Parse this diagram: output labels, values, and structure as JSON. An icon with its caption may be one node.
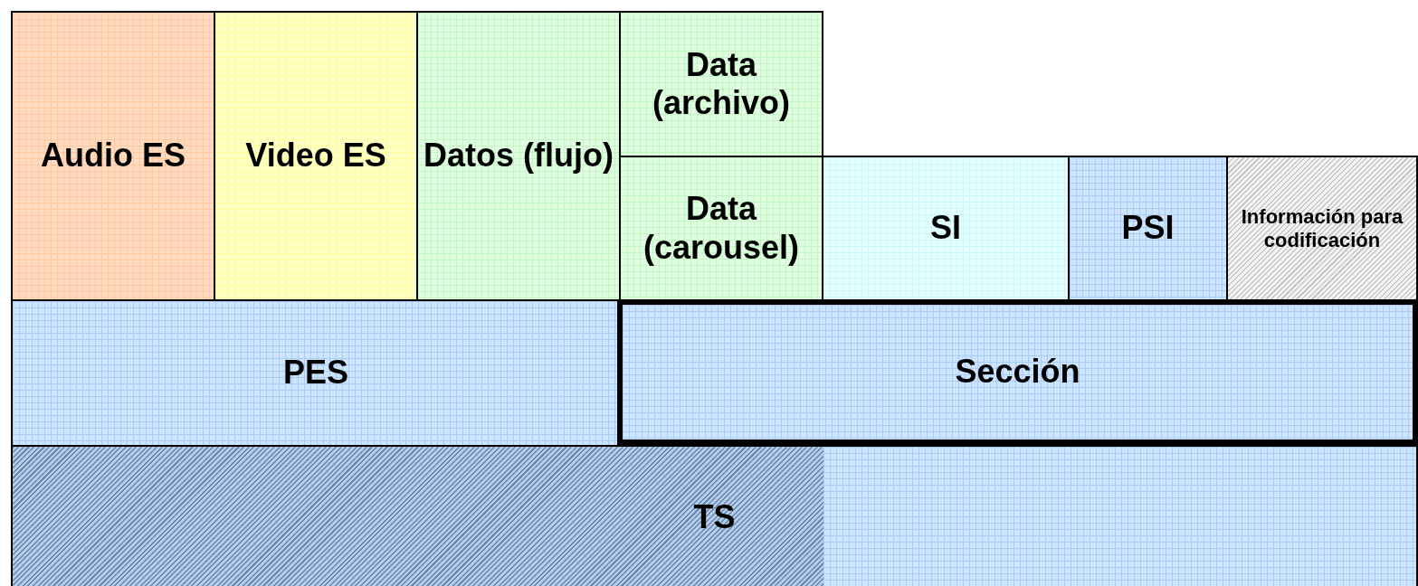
{
  "diagram": {
    "nodes": [
      {
        "text": [
          "Audio ES"
        ]
      },
      {
        "text": [
          "Video ES"
        ]
      },
      {
        "text": [
          "Datos (flujo)"
        ]
      },
      {
        "text": [
          "Data (archivo)"
        ]
      },
      {
        "text": [
          "Data (carousel)"
        ]
      },
      {
        "text": [
          "SI"
        ]
      },
      {
        "text": [
          "PSI"
        ]
      },
      {
        "text": [
          "Información para codificación"
        ]
      },
      {
        "text": [
          "PES"
        ]
      },
      {
        "text": [
          "Sección"
        ]
      },
      {
        "text": [
          "TS"
        ]
      }
    ]
  }
}
